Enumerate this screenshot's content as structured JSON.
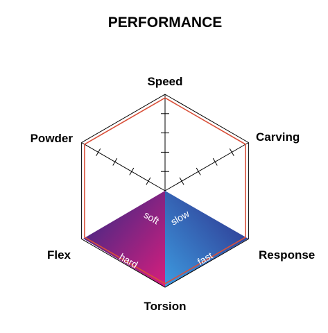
{
  "chart_data": {
    "type": "radar",
    "title": "PERFORMANCE",
    "axes": [
      "Speed",
      "Carving",
      "Response",
      "Torsion",
      "Flex",
      "Powder"
    ],
    "range": [
      0,
      5
    ],
    "ticks": 4,
    "series": [
      {
        "values": [
          5,
          5,
          5,
          5,
          5,
          5
        ],
        "color": "#d9503a"
      }
    ],
    "quadrant_labels": {
      "upper_left": "soft",
      "upper_right": "slow",
      "lower_left": "hard",
      "lower_right": "fast"
    },
    "colors": {
      "frame": "#000000",
      "series_line": "#d9503a",
      "fill_dark": "#2d2a86",
      "fill_left": "#d81e7d",
      "fill_right": "#3d9be0"
    }
  }
}
